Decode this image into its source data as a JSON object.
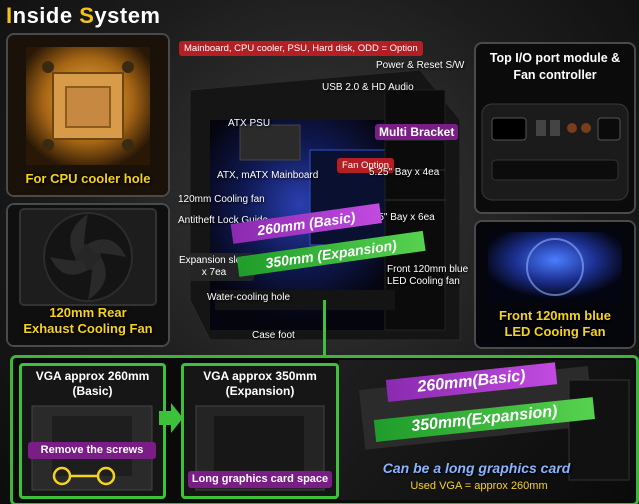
{
  "header": {
    "title_first_letter": "I",
    "title_rest_word1": "nside ",
    "title_second_letter": "S",
    "title_rest_word2": "ystem"
  },
  "banner": {
    "optional_parts": "Mainboard, CPU cooler, PSU, Hard disk, ODD = Option"
  },
  "left_panels": {
    "cpu_caption": "For CPU cooler hole",
    "fan_caption_line1": "120mm Rear",
    "fan_caption_line2": "Exhaust Cooling Fan"
  },
  "right_panels": {
    "io_caption_line1": "Top I/O port module &",
    "io_caption_line2": "Fan controller",
    "front_fan_line1": "Front 120mm blue",
    "front_fan_line2": "LED Cooing Fan"
  },
  "labels": {
    "power_reset": "Power & Reset S/W",
    "usb_audio": "USB 2.0 & HD Audio",
    "atx_psu": "ATX PSU",
    "multi_bracket": "Multi Bracket",
    "fan_option": "Fan Option",
    "atx_mainboard": "ATX, mATX Mainboard",
    "bay_525": "5.25\" Bay x 4ea",
    "cooling_fan_120": "120mm Cooling fan",
    "antitheft": "Antitheft Lock Guide",
    "bay_35": "3.5\" Bay x 6ea",
    "expansion_slots_line1": "Expansion slots",
    "expansion_slots_line2": "x 7ea",
    "front_led_line1": "Front 120mm blue",
    "front_led_line2": "LED Cooling fan",
    "water_cooling": "Water-cooling hole",
    "case_foot": "Case foot",
    "vga_basic": "260mm (Basic)",
    "vga_expansion": "350mm (Expansion)"
  },
  "bottom": {
    "vga260_line1": "VGA approx 260mm",
    "vga260_line2": "(Basic)",
    "vga350_line1": "VGA approx 350mm",
    "vga350_line2": "(Expansion)",
    "remove_screws": "Remove the screws",
    "long_space": "Long graphics card space",
    "big_basic": "260mm(Basic)",
    "big_expansion": "350mm(Expansion)",
    "long_card": "Can be a long graphics card",
    "used_vga": "Used VGA = approx 260mm"
  },
  "colors": {
    "accent_yellow": "#f5d21e",
    "green": "#3ec13a",
    "red_tag": "#b51e23",
    "purple": "#7a1d86"
  }
}
